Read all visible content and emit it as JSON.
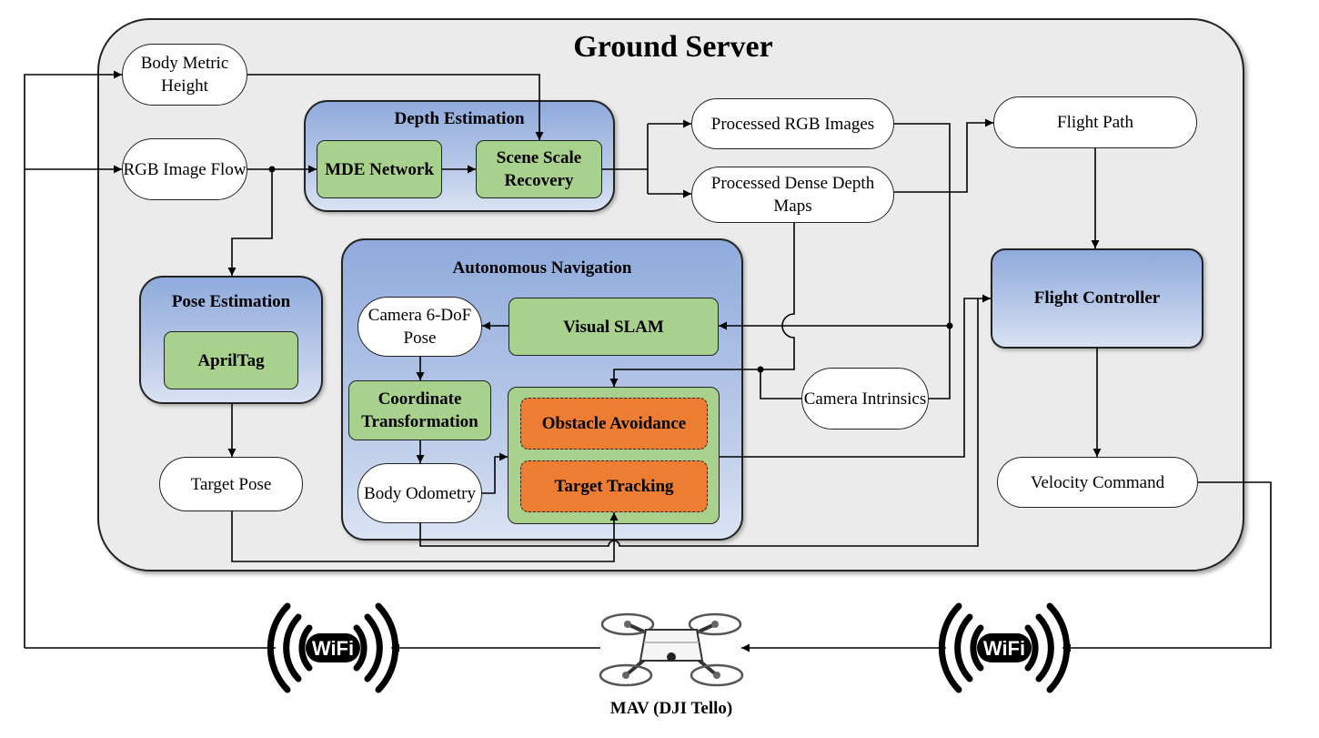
{
  "ground_server": {
    "title": "Ground Server"
  },
  "nodes": {
    "body_metric_height": "Body Metric Height",
    "rgb_image_flow": "RGB Image Flow",
    "processed_rgb_images": "Processed RGB Images",
    "processed_dense_depth_maps": "Processed Dense Depth Maps",
    "flight_path": "Flight Path",
    "camera_6dof_pose": "Camera 6-DoF Pose",
    "camera_intrinsics": "Camera Intrinsics",
    "body_odometry": "Body Odometry",
    "target_pose": "Target Pose",
    "velocity_command": "Velocity Command"
  },
  "modules": {
    "depth_estimation": {
      "title": "Depth Estimation",
      "mde_network": "MDE Network",
      "scene_scale_recovery": "Scene Scale Recovery"
    },
    "pose_estimation": {
      "title": "Pose Estimation",
      "apriltag": "AprilTag"
    },
    "autonomous_navigation": {
      "title": "Autonomous Navigation",
      "visual_slam": "Visual SLAM",
      "coordinate_transformation": "Coordinate Transformation",
      "obstacle_avoidance": "Obstacle Avoidance",
      "target_tracking": "Target Tracking"
    },
    "flight_controller": {
      "title": "Flight Controller"
    }
  },
  "bottom": {
    "wifi_text": "WiFi",
    "mav_caption": "MAV (DJI Tello)"
  },
  "colors": {
    "module_blue": "#8faadc",
    "process_green": "#a9d18e",
    "action_orange": "#ed7d31",
    "background_gray": "#ebebeb"
  },
  "icons": [
    "wifi-icon",
    "drone-icon"
  ]
}
